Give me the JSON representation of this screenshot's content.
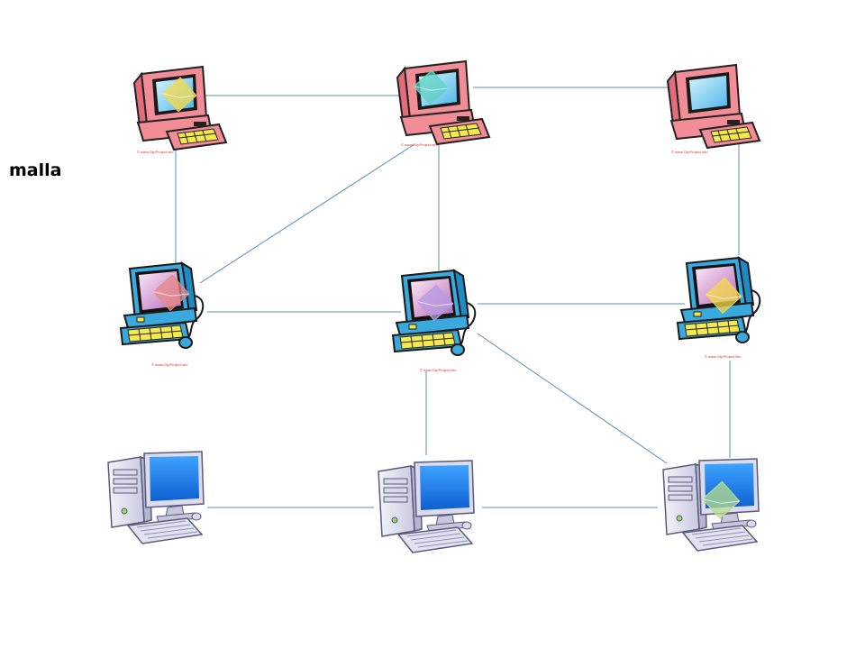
{
  "title": "malla",
  "credits": {
    "clipproject": "© www.ClipProject.info"
  },
  "nodes": [
    {
      "id": "pc-top-left",
      "style": "pink-crt",
      "envelope": "#f5d94a"
    },
    {
      "id": "pc-top-center",
      "style": "pink-crt",
      "envelope": "#5fd1c3"
    },
    {
      "id": "pc-top-right",
      "style": "pink-crt",
      "envelope": null
    },
    {
      "id": "pc-mid-left",
      "style": "blue-crt",
      "envelope": "#e68a86"
    },
    {
      "id": "pc-mid-center",
      "style": "blue-crt",
      "envelope": "#b69be0"
    },
    {
      "id": "pc-mid-right",
      "style": "blue-crt",
      "envelope": "#f5d94a"
    },
    {
      "id": "pc-bot-left",
      "style": "tower",
      "envelope": null
    },
    {
      "id": "pc-bot-center",
      "style": "tower",
      "envelope": null
    },
    {
      "id": "pc-bot-right",
      "style": "tower",
      "envelope": "#b7df8c"
    }
  ],
  "links": [
    [
      "pc-top-left",
      "pc-top-center"
    ],
    [
      "pc-top-center",
      "pc-top-right"
    ],
    [
      "pc-top-left",
      "pc-mid-left"
    ],
    [
      "pc-top-center",
      "pc-mid-left"
    ],
    [
      "pc-top-center",
      "pc-mid-center"
    ],
    [
      "pc-top-right",
      "pc-mid-right"
    ],
    [
      "pc-mid-left",
      "pc-mid-center"
    ],
    [
      "pc-mid-center",
      "pc-mid-right"
    ],
    [
      "pc-mid-center",
      "pc-bot-center"
    ],
    [
      "pc-mid-center",
      "pc-bot-right"
    ],
    [
      "pc-mid-right",
      "pc-bot-right"
    ],
    [
      "pc-bot-left",
      "pc-bot-center"
    ],
    [
      "pc-bot-center",
      "pc-bot-right"
    ]
  ],
  "colors": {
    "link": "#5b8db8",
    "pink_body": "#f28c96",
    "blue_body": "#3aa9de",
    "tower_body": "#e4e4f2"
  }
}
